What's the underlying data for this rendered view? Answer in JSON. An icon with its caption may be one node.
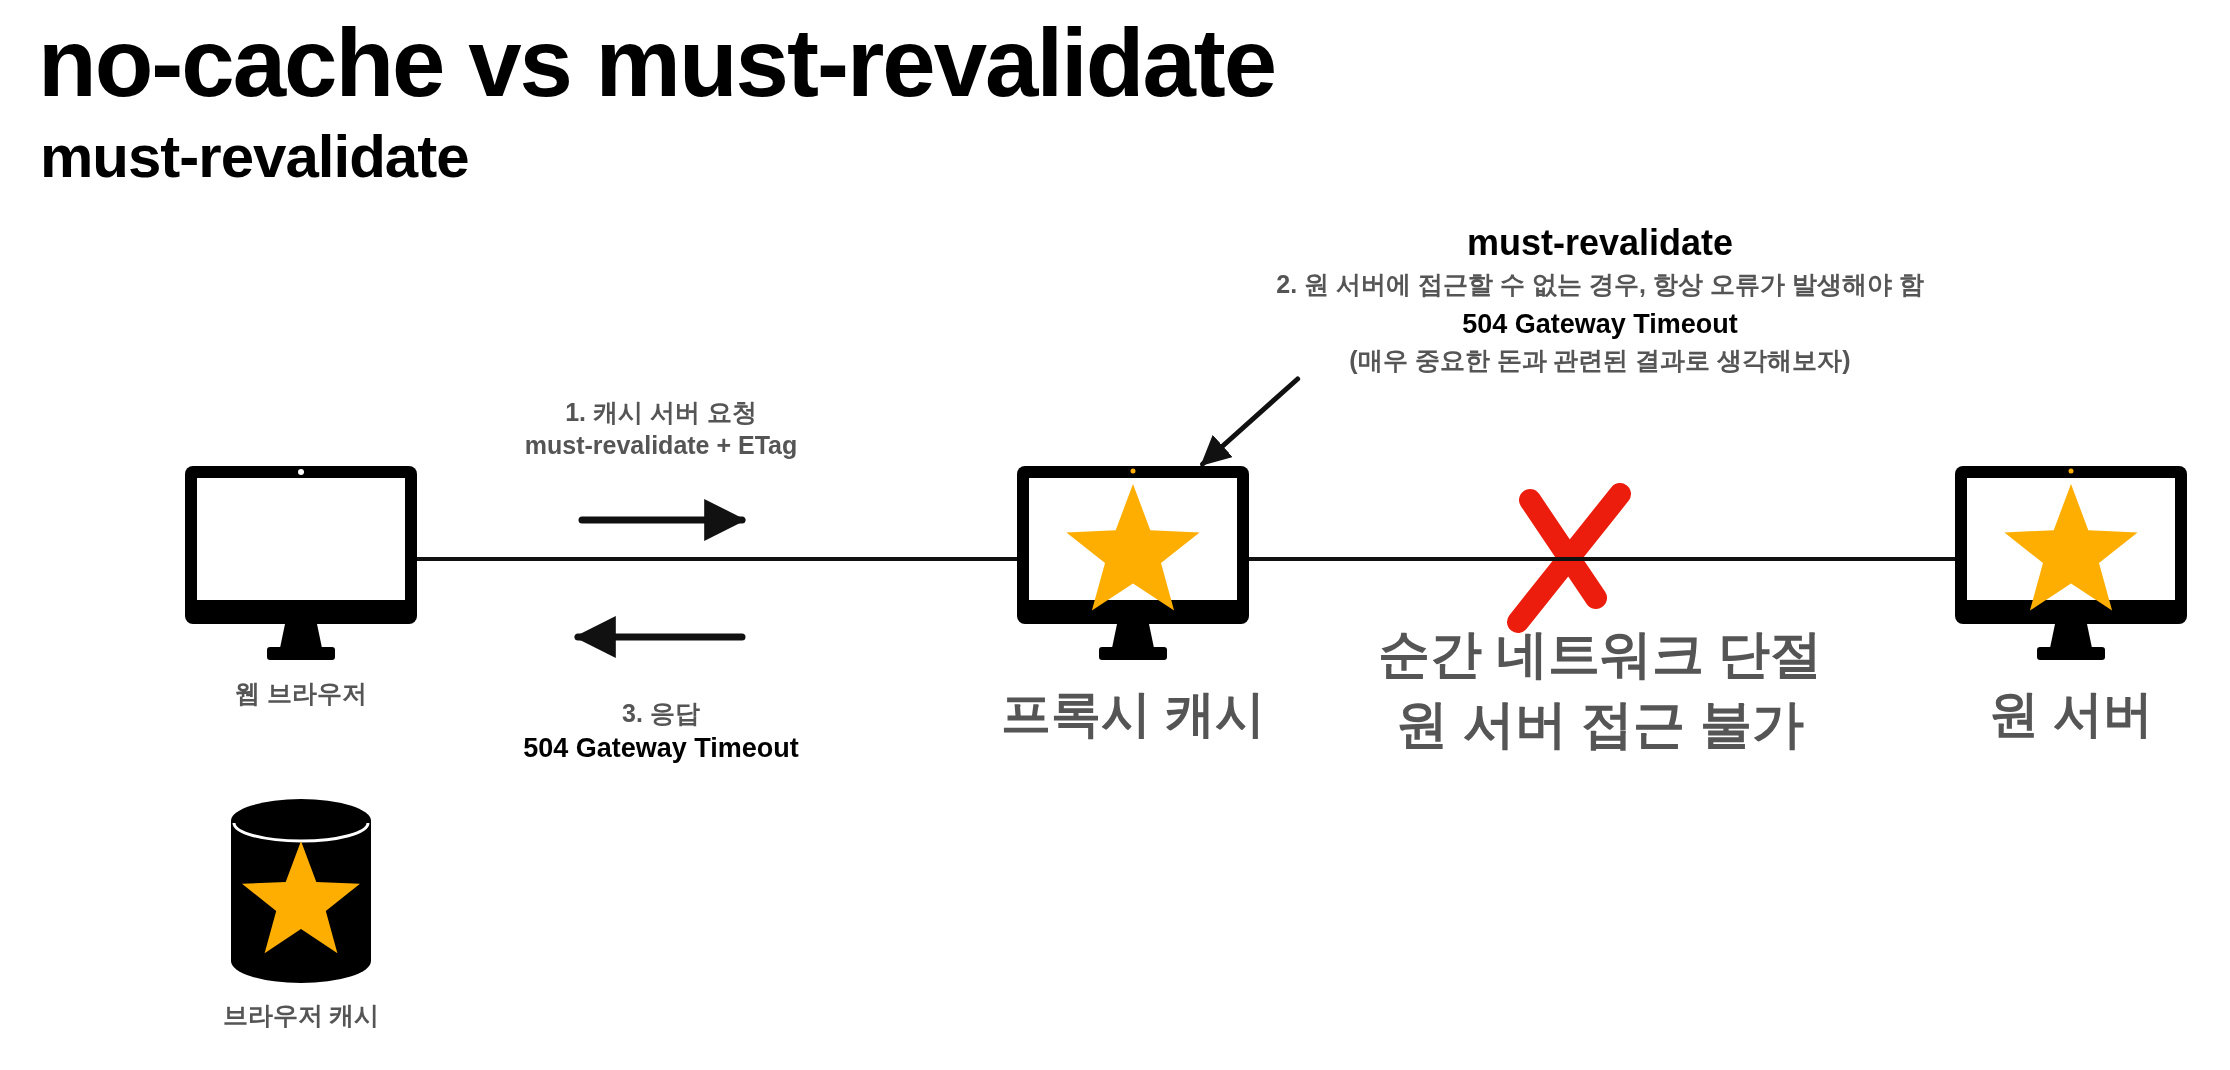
{
  "diagram": {
    "title": "no-cache vs must-revalidate",
    "caption": "must-revalidate",
    "nodes": [
      {
        "text": [
          "웹 브라우저"
        ]
      },
      {
        "text": [
          "프록시 캐시"
        ]
      },
      {
        "text": [
          "원 서버"
        ]
      },
      {
        "text": [
          "브라우저 캐시"
        ]
      },
      {
        "text": [
          "must-revalidate",
          "2. 원 서버에 접근할 수 없는 경우, **항상 오류**가 발생해야 함",
          "504 Gateway Timeout",
          "(매우 중요한 돈과 관련된 결과로 생각해보자)"
        ]
      }
    ],
    "edges": [
      {
        "from": 0,
        "to": 1,
        "arrow": "none"
      },
      {
        "from": 1,
        "to": 2,
        "arrow": "none"
      },
      {
        "from": 4,
        "to": 1,
        "arrow": "to"
      }
    ],
    "labels": [
      "1. 캐시 서버 요청",
      "must-revalidate + ETag",
      "3. 응답",
      "504 Gateway Timeout",
      "순간 네트워크 단절",
      "원 서버 접근 불가"
    ]
  }
}
